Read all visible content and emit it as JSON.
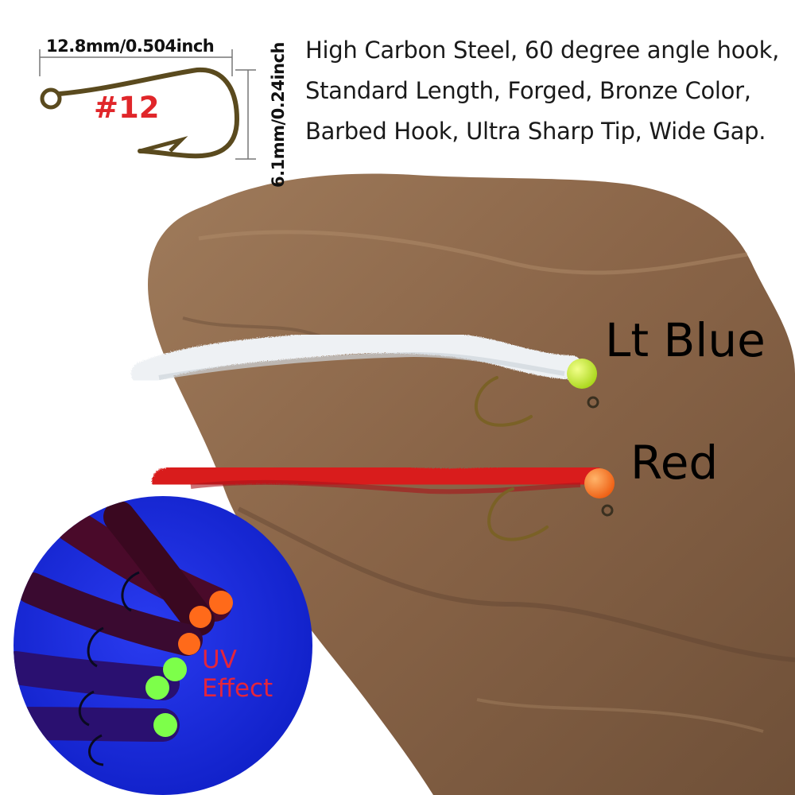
{
  "hook_diagram": {
    "width_label": "12.8mm/0.504inch",
    "gap_label": "6.1mm/0.24inch",
    "size_label": "#12"
  },
  "description": {
    "lines": [
      "High Carbon Steel, 60 degree angle hook,",
      "Standard Length, Forged, Bronze Color,",
      "Barbed Hook, Ultra Sharp Tip, Wide Gap."
    ]
  },
  "variants": {
    "light_blue": {
      "label": "Lt Blue",
      "body_color": "#eef1f4",
      "bead_color": "#c8ef2e"
    },
    "red": {
      "label": "Red",
      "body_color": "#d91d1f",
      "bead_color": "#f47a23"
    }
  },
  "uv_inset": {
    "label_line1": "UV",
    "label_line2": "Effect",
    "background_color": "#1d2bd9",
    "glow_orange": "#ff6a1a",
    "glow_green": "#7dff4a"
  },
  "colors": {
    "rock": "#8e6a4c",
    "hook_bronze": "#6b5522",
    "accent_red_text": "#e0262a"
  }
}
